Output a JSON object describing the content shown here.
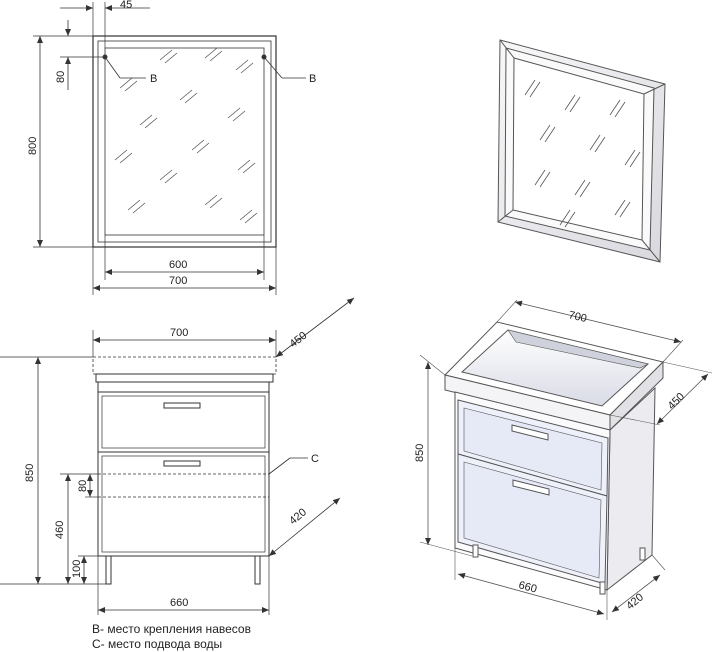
{
  "mirror_front": {
    "dim_offset": "45",
    "dim_hook_height": "80",
    "dim_height": "800",
    "dim_inner_width": "600",
    "dim_outer_width": "700",
    "label_b_left": "B",
    "label_b_right": "B"
  },
  "cabinet_front": {
    "dim_top_width": "700",
    "dim_depth": "450",
    "dim_height": "850",
    "dim_water_height": "460",
    "dim_water_zone": "80",
    "dim_leg_height": "100",
    "dim_body_depth": "420",
    "dim_body_width": "660",
    "label_c": "C"
  },
  "cabinet_iso": {
    "dim_width_top": "700",
    "dim_depth_top": "450",
    "dim_height": "850",
    "dim_width_bottom": "660",
    "dim_depth_bottom": "420"
  },
  "legend": {
    "b_text": "B- место крепления навесов",
    "c_text": "C- место подвода воды"
  },
  "colors": {
    "line": "#333333",
    "front_fill": "#eef0fa",
    "frame_fill": "#f2f2f4",
    "side_fill": "#e6e6ea"
  }
}
